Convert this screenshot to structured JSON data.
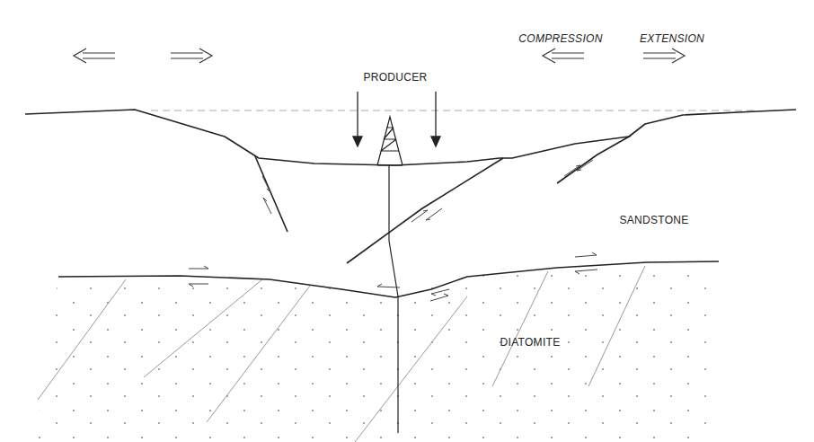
{
  "diagram": {
    "labels": [
      "COMPRESSION",
      "EXTENSION",
      "PRODUCER",
      "SANDSTONE",
      "DIATOMITE"
    ]
  }
}
